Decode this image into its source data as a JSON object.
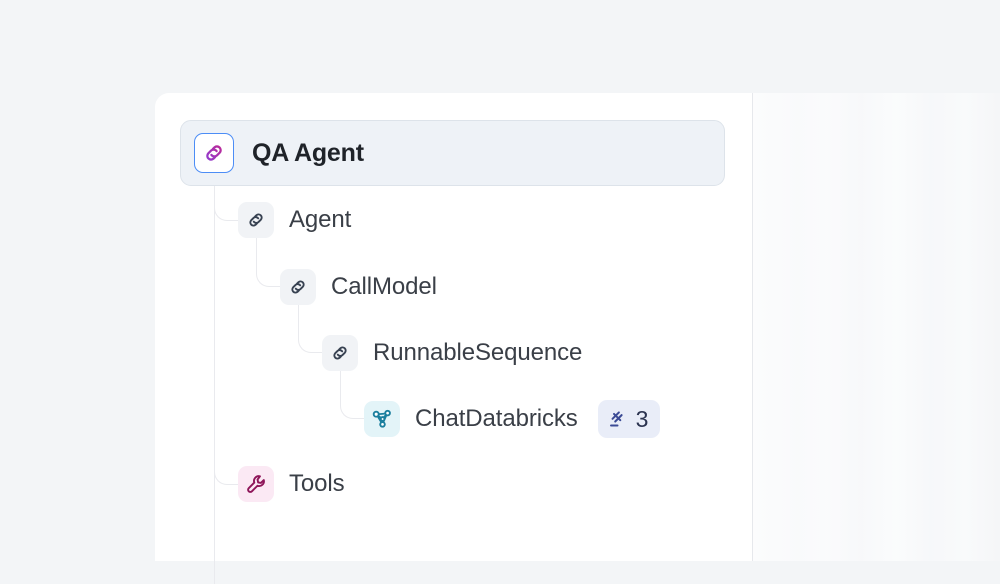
{
  "colors": {
    "app_background": "#f3f5f7",
    "panel_background": "#ffffff",
    "divider": "#e6e8ec",
    "root_node_fill": "#eef2f7",
    "root_node_border": "#dde3ea",
    "root_icon_border": "#4c8df6",
    "connector": "#e9eaee",
    "chain_icon": "#374151",
    "chain_icon_gradient_start": "#7b3fe4",
    "chain_icon_gradient_end": "#c2268e",
    "graph_icon": "#1b7f9e",
    "graph_icon_background": "#e3f4f8",
    "wrench_icon": "#8e1659",
    "wrench_icon_background": "#fbe9f4",
    "badge_background": "#e9edf8",
    "badge_foreground": "#3b4a95",
    "label_text": "#3a3f47",
    "root_label_text": "#1f2329"
  },
  "tree": {
    "root": {
      "label": "QA Agent",
      "icon": "chain-link-icon",
      "selected": true
    },
    "nodes": [
      {
        "label": "Agent",
        "icon": "chain-link-icon",
        "depth": 1,
        "badge": null
      },
      {
        "label": "CallModel",
        "icon": "chain-link-icon",
        "depth": 2,
        "badge": null
      },
      {
        "label": "RunnableSequence",
        "icon": "chain-link-icon",
        "depth": 3,
        "badge": null
      },
      {
        "label": "ChatDatabricks",
        "icon": "graph-nodes-icon",
        "depth": 4,
        "badge": {
          "icon": "gavel-icon",
          "count": "3"
        }
      },
      {
        "label": "Tools",
        "icon": "wrench-icon",
        "depth": 1,
        "badge": null
      }
    ]
  }
}
